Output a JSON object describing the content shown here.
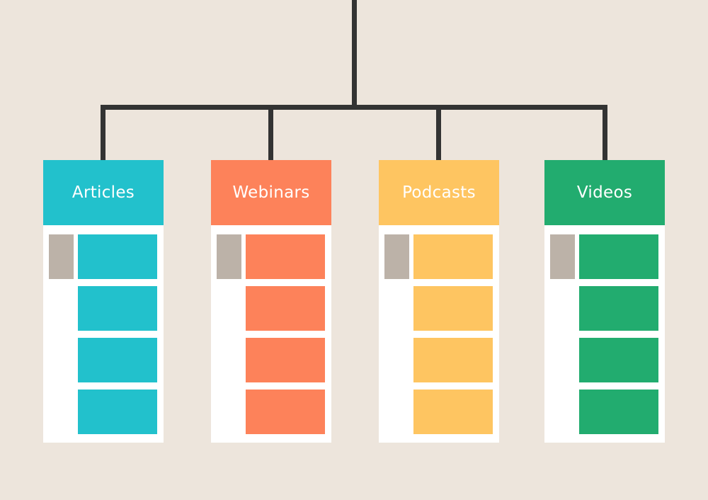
{
  "categories": [
    {
      "label": "Articles",
      "color": "#22c1cc"
    },
    {
      "label": "Webinars",
      "color": "#fd825a"
    },
    {
      "label": "Podcasts",
      "color": "#fec561"
    },
    {
      "label": "Videos",
      "color": "#22ac6f"
    }
  ],
  "thumb_color": "#bcb2a8",
  "line_color": "#333333",
  "items_per_card": 4
}
